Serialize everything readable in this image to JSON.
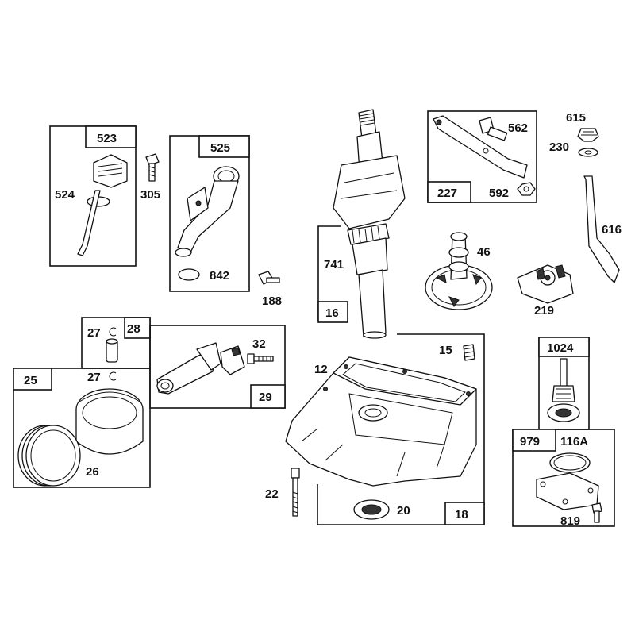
{
  "callouts": {
    "c523": "523",
    "c524": "524",
    "c305": "305",
    "c525": "525",
    "c842": "842",
    "c188": "188",
    "c741": "741",
    "c16": "16",
    "c227": "227",
    "c562": "562",
    "c592": "592",
    "c615": "615",
    "c230": "230",
    "c616": "616",
    "c46": "46",
    "c219": "219",
    "c27a": "27",
    "c28": "28",
    "c32": "32",
    "c29": "29",
    "c25": "25",
    "c27b": "27",
    "c26": "26",
    "c12": "12",
    "c15": "15",
    "c22": "22",
    "c20": "20",
    "c18": "18",
    "c1024": "1024",
    "c979": "979",
    "c116a": "116A",
    "c819": "819"
  }
}
